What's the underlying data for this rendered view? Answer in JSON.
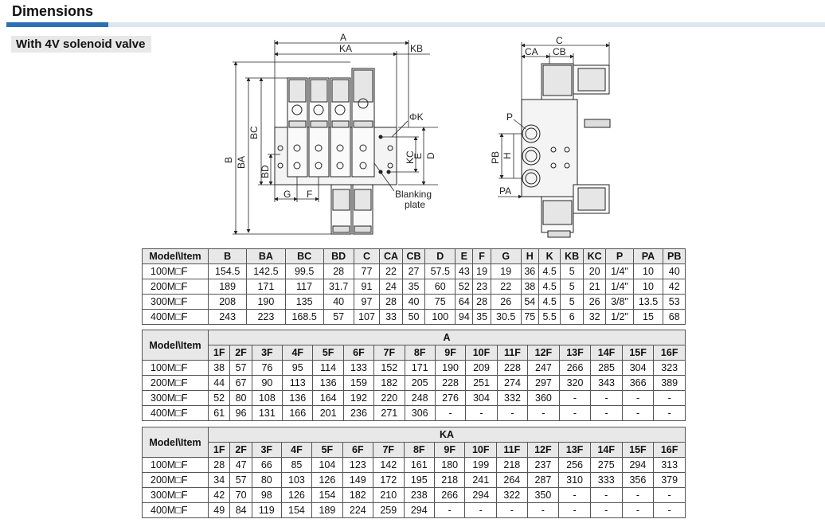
{
  "header": {
    "title": "Dimensions"
  },
  "subtitle": "With 4V solenoid valve",
  "drawing": {
    "labels": {
      "A": "A",
      "KA": "KA",
      "KB": "KB",
      "B": "B",
      "BA": "BA",
      "BC": "BC",
      "BD": "BD",
      "G": "G",
      "F": "F",
      "PHIK": "ΦK",
      "KC": "KC",
      "E": "E",
      "D": "D",
      "blanking1": "Blanking",
      "blanking2": "plate",
      "C": "C",
      "CA": "CA",
      "CB": "CB",
      "P": "P",
      "PB": "PB",
      "H": "H",
      "PA": "PA"
    }
  },
  "table1": {
    "model_header": "Model\\Item",
    "columns": [
      "B",
      "BA",
      "BC",
      "BD",
      "C",
      "CA",
      "CB",
      "D",
      "E",
      "F",
      "G",
      "H",
      "K",
      "KB",
      "KC",
      "P",
      "PA",
      "PB"
    ],
    "rows": [
      {
        "model": "100M□F",
        "values": [
          "154.5",
          "142.5",
          "99.5",
          "28",
          "77",
          "22",
          "27",
          "57.5",
          "43",
          "19",
          "19",
          "36",
          "4.5",
          "5",
          "20",
          "1/4\"",
          "10",
          "40"
        ]
      },
      {
        "model": "200M□F",
        "values": [
          "189",
          "171",
          "117",
          "31.7",
          "91",
          "24",
          "35",
          "60",
          "52",
          "23",
          "22",
          "38",
          "4.5",
          "5",
          "21",
          "1/4\"",
          "10",
          "42"
        ]
      },
      {
        "model": "300M□F",
        "values": [
          "208",
          "190",
          "135",
          "40",
          "97",
          "28",
          "40",
          "75",
          "64",
          "28",
          "26",
          "54",
          "4.5",
          "5",
          "26",
          "3/8\"",
          "13.5",
          "53"
        ]
      },
      {
        "model": "400M□F",
        "values": [
          "243",
          "223",
          "168.5",
          "57",
          "107",
          "33",
          "50",
          "100",
          "94",
          "35",
          "30.5",
          "75",
          "5.5",
          "6",
          "32",
          "1/2\"",
          "15",
          "68"
        ]
      }
    ]
  },
  "table2": {
    "model_header": "Model\\Item",
    "group": "A",
    "columns": [
      "1F",
      "2F",
      "3F",
      "4F",
      "5F",
      "6F",
      "7F",
      "8F",
      "9F",
      "10F",
      "11F",
      "12F",
      "13F",
      "14F",
      "15F",
      "16F"
    ],
    "rows": [
      {
        "model": "100M□F",
        "values": [
          "38",
          "57",
          "76",
          "95",
          "114",
          "133",
          "152",
          "171",
          "190",
          "209",
          "228",
          "247",
          "266",
          "285",
          "304",
          "323"
        ]
      },
      {
        "model": "200M□F",
        "values": [
          "44",
          "67",
          "90",
          "113",
          "136",
          "159",
          "182",
          "205",
          "228",
          "251",
          "274",
          "297",
          "320",
          "343",
          "366",
          "389"
        ]
      },
      {
        "model": "300M□F",
        "values": [
          "52",
          "80",
          "108",
          "136",
          "164",
          "192",
          "220",
          "248",
          "276",
          "304",
          "332",
          "360",
          "-",
          "-",
          "-",
          "-"
        ]
      },
      {
        "model": "400M□F",
        "values": [
          "61",
          "96",
          "131",
          "166",
          "201",
          "236",
          "271",
          "306",
          "-",
          "-",
          "-",
          "-",
          "-",
          "-",
          "-",
          "-"
        ]
      }
    ]
  },
  "table3": {
    "model_header": "Model\\Item",
    "group": "KA",
    "columns": [
      "1F",
      "2F",
      "3F",
      "4F",
      "5F",
      "6F",
      "7F",
      "8F",
      "9F",
      "10F",
      "11F",
      "12F",
      "13F",
      "14F",
      "15F",
      "16F"
    ],
    "rows": [
      {
        "model": "100M□F",
        "values": [
          "28",
          "47",
          "66",
          "85",
          "104",
          "123",
          "142",
          "161",
          "180",
          "199",
          "218",
          "237",
          "256",
          "275",
          "294",
          "313"
        ]
      },
      {
        "model": "200M□F",
        "values": [
          "34",
          "57",
          "80",
          "103",
          "126",
          "149",
          "172",
          "195",
          "218",
          "241",
          "264",
          "287",
          "310",
          "333",
          "356",
          "379"
        ]
      },
      {
        "model": "300M□F",
        "values": [
          "42",
          "70",
          "98",
          "126",
          "154",
          "182",
          "210",
          "238",
          "266",
          "294",
          "322",
          "350",
          "-",
          "-",
          "-",
          "-"
        ]
      },
      {
        "model": "400M□F",
        "values": [
          "49",
          "84",
          "119",
          "154",
          "189",
          "224",
          "259",
          "294",
          "-",
          "-",
          "-",
          "-",
          "-",
          "-",
          "-",
          "-"
        ]
      }
    ]
  }
}
